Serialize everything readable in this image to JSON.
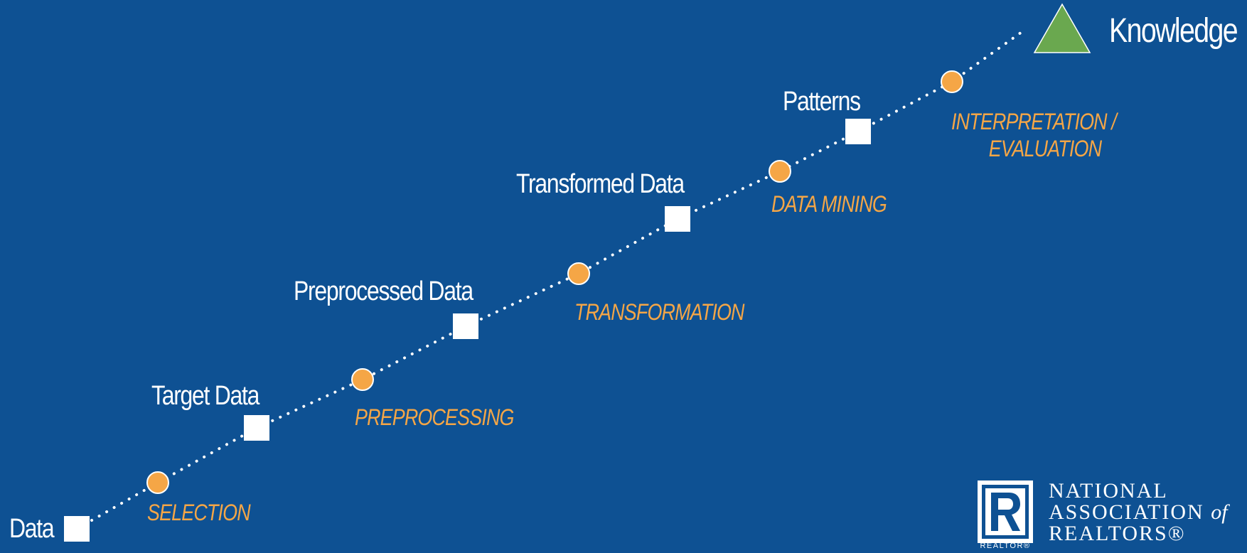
{
  "diagram": {
    "nodes": [
      {
        "id": "data",
        "label": "Data"
      },
      {
        "id": "target-data",
        "label": "Target Data"
      },
      {
        "id": "preprocessed-data",
        "label": "Preprocessed Data"
      },
      {
        "id": "transformed-data",
        "label": "Transformed Data"
      },
      {
        "id": "patterns",
        "label": "Patterns"
      },
      {
        "id": "knowledge",
        "label": "Knowledge"
      }
    ],
    "steps": [
      {
        "id": "selection",
        "label": "SELECTION"
      },
      {
        "id": "preprocessing",
        "label": "PREPROCESSING"
      },
      {
        "id": "transformation",
        "label": "TRANSFORMATION"
      },
      {
        "id": "data-mining",
        "label": "DATA MINING"
      },
      {
        "id": "interpretation",
        "label": "INTERPRETATION / EVALUATION",
        "lines": [
          "INTERPRETATION /",
          "EVALUATION"
        ]
      }
    ],
    "colors": {
      "background": "#0E5193",
      "node": "#FFFFFF",
      "step_marker": "#F5A646",
      "step_text": "#F5A646",
      "goal_marker": "#6AA84F",
      "connector": "#FFFFFF"
    },
    "shapes": {
      "node": "white-square",
      "step": "orange-circle",
      "goal": "green-triangle"
    }
  },
  "logo": {
    "caption": "REALTOR®",
    "lines": [
      "NATIONAL",
      "ASSOCIATION",
      "of",
      "REALTORS®"
    ]
  }
}
